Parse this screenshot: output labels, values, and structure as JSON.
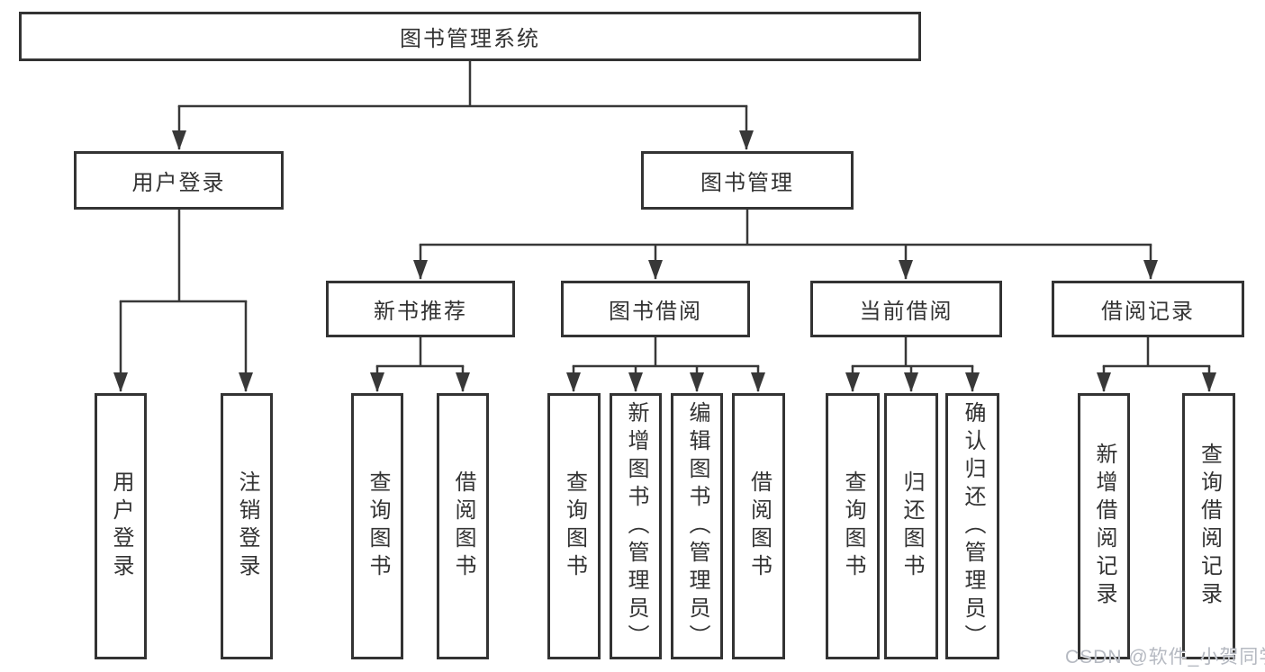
{
  "tree": {
    "label": "图书管理系统",
    "children": [
      {
        "label": "用户登录",
        "children": [
          {
            "label": "用户登录"
          },
          {
            "label": "注销登录"
          }
        ]
      },
      {
        "label": "图书管理",
        "children": [
          {
            "label": "新书推荐",
            "children": [
              {
                "label": "查询图书"
              },
              {
                "label": "借阅图书"
              }
            ]
          },
          {
            "label": "图书借阅",
            "children": [
              {
                "label": "查询图书"
              },
              {
                "label": "新增图书（管理员）"
              },
              {
                "label": "编辑图书（管理员）"
              },
              {
                "label": "借阅图书"
              }
            ]
          },
          {
            "label": "当前借阅",
            "children": [
              {
                "label": "查询图书"
              },
              {
                "label": "归还图书"
              },
              {
                "label": "确认归还（管理员）"
              }
            ]
          },
          {
            "label": "借阅记录",
            "children": [
              {
                "label": "新增借阅记录"
              },
              {
                "label": "查询借阅记录"
              }
            ]
          }
        ]
      }
    ]
  },
  "watermark": {
    "text": "CSDN @软件_小贺同学"
  },
  "colors": {
    "line": "#383838",
    "box_border": "#333333",
    "text": "#333333",
    "background": "#ffffff",
    "watermark": "#b5b9c1"
  }
}
